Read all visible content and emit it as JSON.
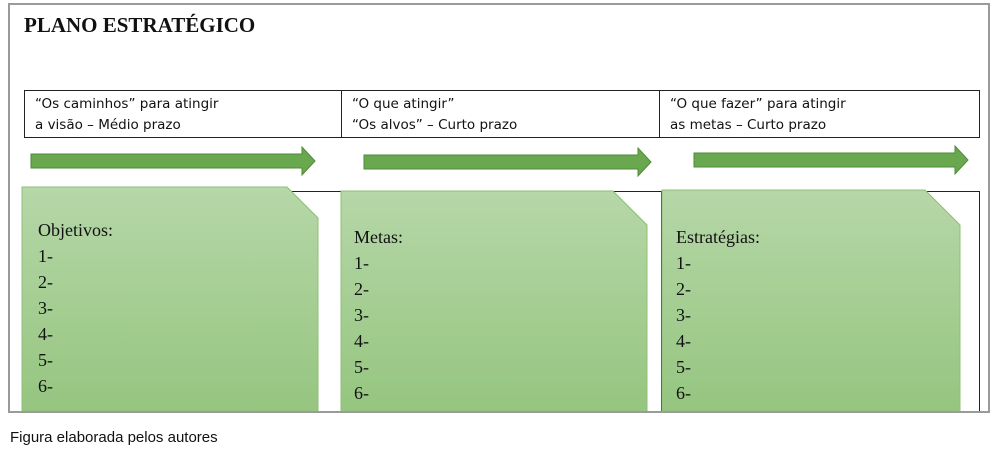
{
  "title": "PLANO ESTRATÉGICO",
  "columns": [
    {
      "header": [
        "“Os caminhos” para atingir",
        "a visão – Médio prazo"
      ],
      "card_title": "Objetivos:",
      "items": [
        "1-",
        "2-",
        "3-",
        "4-",
        "5-",
        "6-"
      ]
    },
    {
      "header": [
        "“O que atingir”",
        "“Os alvos” – Curto prazo"
      ],
      "card_title": "Metas:",
      "items": [
        "1-",
        "2-",
        "3-",
        "4-",
        "5-",
        "6-"
      ]
    },
    {
      "header": [
        "“O que fazer” para atingir",
        "as metas – Curto prazo"
      ],
      "card_title": "Estratégias:",
      "items": [
        "1-",
        "2-",
        "3-",
        "4-",
        "5-",
        "6-"
      ]
    }
  ],
  "caption": "Figura elaborada pelos autores",
  "colors": {
    "card_fill_top": "#b6d7a8",
    "card_fill_bottom": "#93c47d",
    "card_stroke": "#8fbf76",
    "arrow_fill": "#6aa84f",
    "arrow_stroke": "#4e8a3a"
  }
}
